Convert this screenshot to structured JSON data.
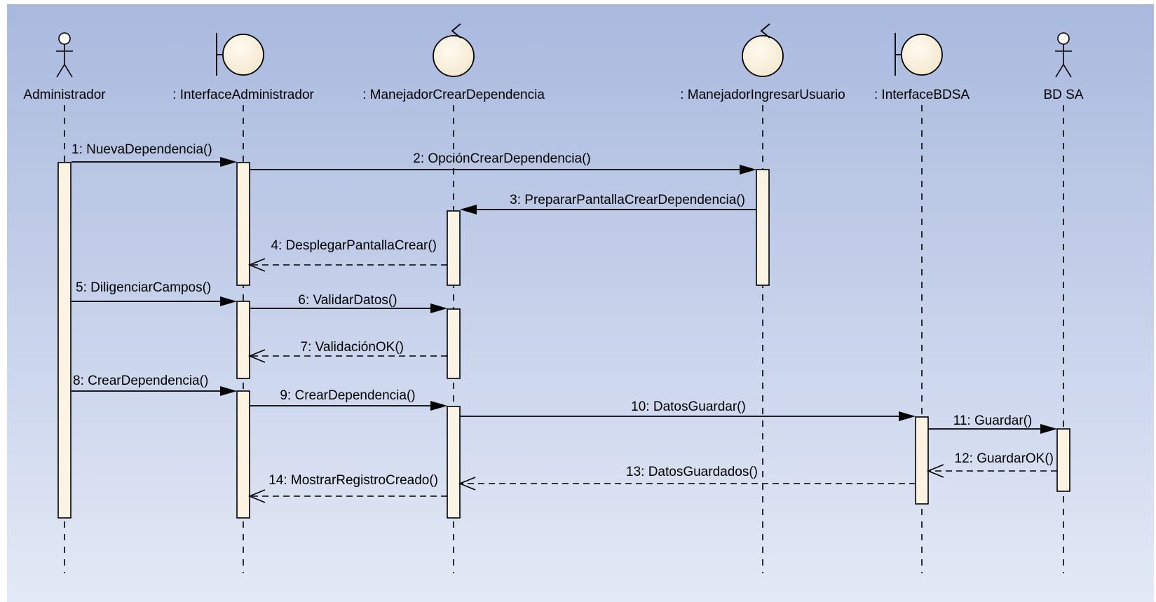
{
  "colors": {
    "background_top": "#a9b9de",
    "background_bottom": "#e3e9f6",
    "box_fill": "#fdf3e3",
    "line": "#000000"
  },
  "participants": [
    {
      "id": "admin",
      "name": "Administrador",
      "kind": "actor"
    },
    {
      "id": "iadmin",
      "name": ": InterfaceAdministrador",
      "kind": "boundary"
    },
    {
      "id": "mcd",
      "name": ": ManejadorCrearDependencia",
      "kind": "control"
    },
    {
      "id": "miu",
      "name": ": ManejadorIngresarUsuario",
      "kind": "control"
    },
    {
      "id": "ibd",
      "name": ": InterfaceBDSA",
      "kind": "boundary"
    },
    {
      "id": "bdsa",
      "name": "BD SA",
      "kind": "actor"
    }
  ],
  "messages": [
    {
      "id": "m1",
      "label": "1: NuevaDependencia()",
      "from": "admin",
      "to": "iadmin",
      "type": "sync"
    },
    {
      "id": "m2",
      "label": "2: OpciónCrearDependencia()",
      "from": "iadmin",
      "to": "miu",
      "type": "sync"
    },
    {
      "id": "m3",
      "label": "3: PrepararPantallaCrearDependencia()",
      "from": "miu",
      "to": "mcd",
      "type": "sync"
    },
    {
      "id": "m4",
      "label": "4: DesplegarPantallaCrear()",
      "from": "mcd",
      "to": "iadmin",
      "type": "return"
    },
    {
      "id": "m5",
      "label": "5: DiligenciarCampos()",
      "from": "admin",
      "to": "iadmin",
      "type": "sync"
    },
    {
      "id": "m6",
      "label": "6: ValidarDatos()",
      "from": "iadmin",
      "to": "mcd",
      "type": "sync"
    },
    {
      "id": "m7",
      "label": "7: ValidaciónOK()",
      "from": "mcd",
      "to": "iadmin",
      "type": "return"
    },
    {
      "id": "m8",
      "label": "8: CrearDependencia()",
      "from": "admin",
      "to": "iadmin",
      "type": "sync"
    },
    {
      "id": "m9",
      "label": "9: CrearDependencia()",
      "from": "iadmin",
      "to": "mcd",
      "type": "sync"
    },
    {
      "id": "m10",
      "label": "10: DatosGuardar()",
      "from": "mcd",
      "to": "ibd",
      "type": "sync"
    },
    {
      "id": "m11",
      "label": "11: Guardar()",
      "from": "ibd",
      "to": "bdsa",
      "type": "sync"
    },
    {
      "id": "m12",
      "label": "12: GuardarOK()",
      "from": "bdsa",
      "to": "ibd",
      "type": "return"
    },
    {
      "id": "m13",
      "label": "13: DatosGuardados()",
      "from": "ibd",
      "to": "mcd",
      "type": "return"
    },
    {
      "id": "m14",
      "label": "14: MostrarRegistroCreado()",
      "from": "mcd",
      "to": "iadmin",
      "type": "return"
    }
  ]
}
